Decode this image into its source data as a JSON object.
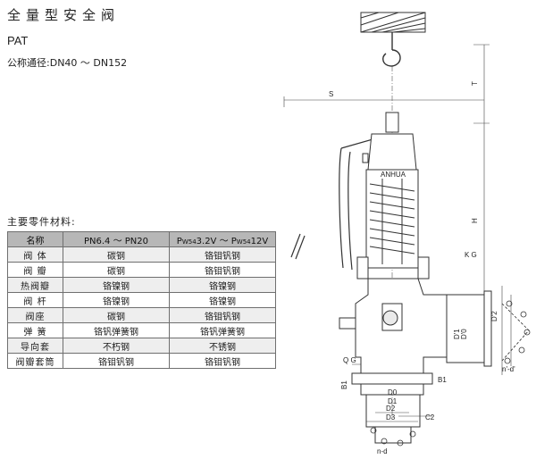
{
  "header": {
    "title": "全量型安全阀",
    "model": "PAT",
    "diameter_label": "公称通径:",
    "diameter_range": "DN40 ～ DN152"
  },
  "materials": {
    "heading": "主要零件材料:",
    "columns": {
      "name": "名称",
      "col1": "PN6.4 ～ PN20",
      "col2_pre1": "P",
      "col2_sub1": "W54",
      "col2_mid": "3.2V ～ ",
      "col2_pre2": "P",
      "col2_sub2": "W54",
      "col2_post": "12V"
    },
    "rows": [
      {
        "name": "阀  体",
        "col1": "碳钢",
        "col2": "铬钼钒钢"
      },
      {
        "name": "阀  瓣",
        "col1": "碳钢",
        "col2": "铬钼钒钢"
      },
      {
        "name": "热阀瓣",
        "col1": "铬镍钢",
        "col2": "铬镍钢"
      },
      {
        "name": "阀  杆",
        "col1": "铬镍钢",
        "col2": "铬镍钢"
      },
      {
        "name": "阀座",
        "col1": "碳钢",
        "col2": "铬钼钒钢"
      },
      {
        "name": "弹  簧",
        "col1": "铬钒弹簧钢",
        "col2": "铬钒弹簧钢"
      },
      {
        "name": "导向套",
        "col1": "不朽钢",
        "col2": "不锈钢"
      },
      {
        "name": "阀瓣套筒",
        "col1": "铬钼钒钢",
        "col2": "铬钼钒钢"
      }
    ]
  },
  "drawing_labels": {
    "s": "S",
    "t": "T",
    "h": "H",
    "kg": "K G",
    "qg": "Q G",
    "b1_left": "B1",
    "b1_right": "B1",
    "d0": "D0",
    "d1": "D1",
    "d2": "D2",
    "d3": "D3",
    "c2": "C2",
    "nd": "n-d",
    "nd2": "n'-d'",
    "d1p": "D'1",
    "d2p": "D'2",
    "d0p": "D'0",
    "logo": "ANHUA"
  }
}
